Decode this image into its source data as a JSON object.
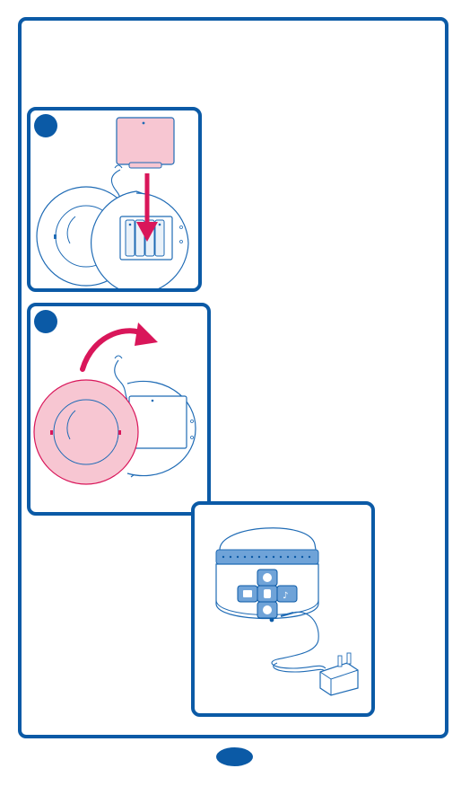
{
  "colors": {
    "frame": "#0b5aa6",
    "line": "#1f6bb5",
    "accent": "#d9165a",
    "accent_fill": "#f7c6d2",
    "battery_fill": "#e9f1f9",
    "speaker_band": "#6fa3d8"
  },
  "icons": {
    "step_badges": [
      "step-1-badge",
      "step-2-badge"
    ],
    "page_number_badge": "page-number-badge",
    "controls": [
      "volume-up-icon",
      "timer-icon",
      "face-icon",
      "music-note-icon",
      "volume-down-icon"
    ]
  }
}
